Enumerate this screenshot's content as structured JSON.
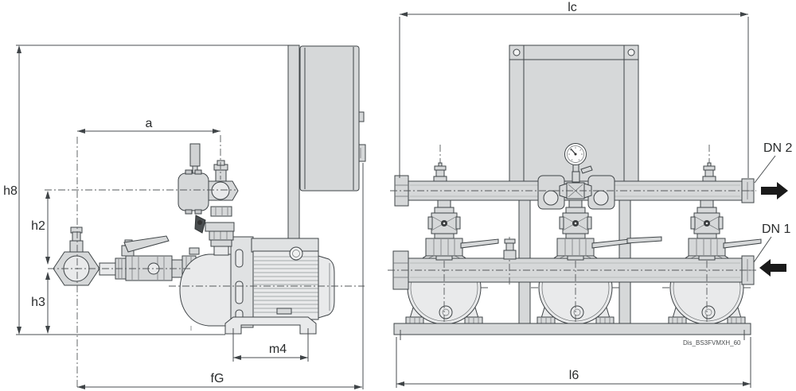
{
  "colors": {
    "background": "#ffffff",
    "line": "#3f4447",
    "fill_light": "#e9eaeb",
    "fill_mid": "#d6d8d9",
    "flow_arrow": "#1a1a1a"
  },
  "side_view": {
    "dim_h8": "h8",
    "dim_a": "a",
    "dim_h2": "h2",
    "dim_h3": "h3",
    "dim_m4": "m4",
    "dim_fG": "fG"
  },
  "front_view": {
    "dim_lc": "lc",
    "dim_l6": "l6",
    "label_dn2": "DN 2",
    "label_dn1": "DN 1",
    "drawing_code": "Dis_BS3FVMXH_60"
  }
}
